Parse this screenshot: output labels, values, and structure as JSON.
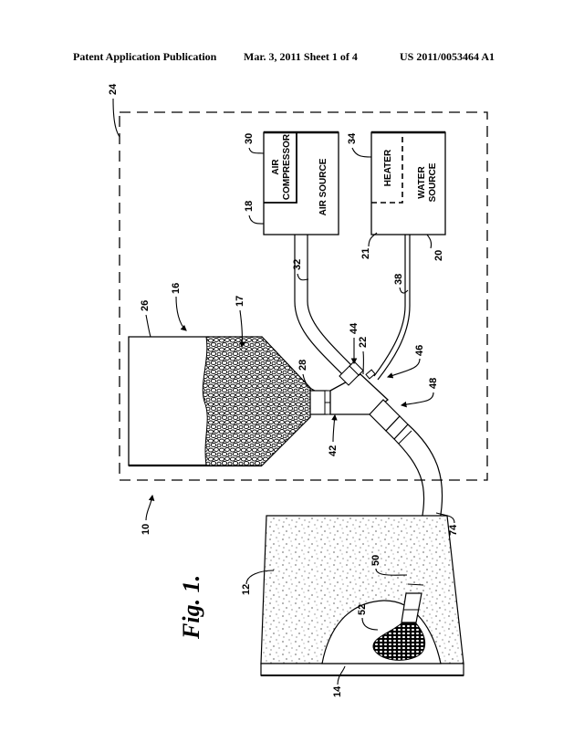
{
  "header": {
    "publication_type": "Patent Application Publication",
    "date_sheet": "Mar. 3, 2011   Sheet 1 of 4",
    "publication_number": "US 2011/0053464 A1"
  },
  "figure": {
    "caption": "Fig. 1.",
    "components": {
      "air_compressor": "AIR COMPRESSOR",
      "air_compressor_line1": "AIR",
      "air_compressor_line2": "COMPRESSOR",
      "air_source": "AIR  SOURCE",
      "heater": "HEATER",
      "water_source_line1": "WATER",
      "water_source_line2": "SOURCE"
    },
    "reference_numerals": {
      "system": "10",
      "surface": "12",
      "cavity": "14",
      "hopper_assembly": "16",
      "media": "17",
      "air_source": "18",
      "water_source": "20",
      "heater_unit": "21",
      "mixing_chamber": "22",
      "enclosure": "24",
      "hopper": "26",
      "hopper_outlet": "28",
      "air_compressor": "30",
      "air_line": "32",
      "heater": "34",
      "water_line": "38",
      "media_inlet": "42",
      "air_inlet": "44",
      "water_inlet": "46",
      "outlet_coupling": "48",
      "nozzle": "50",
      "spray": "52",
      "hose": "74"
    }
  }
}
